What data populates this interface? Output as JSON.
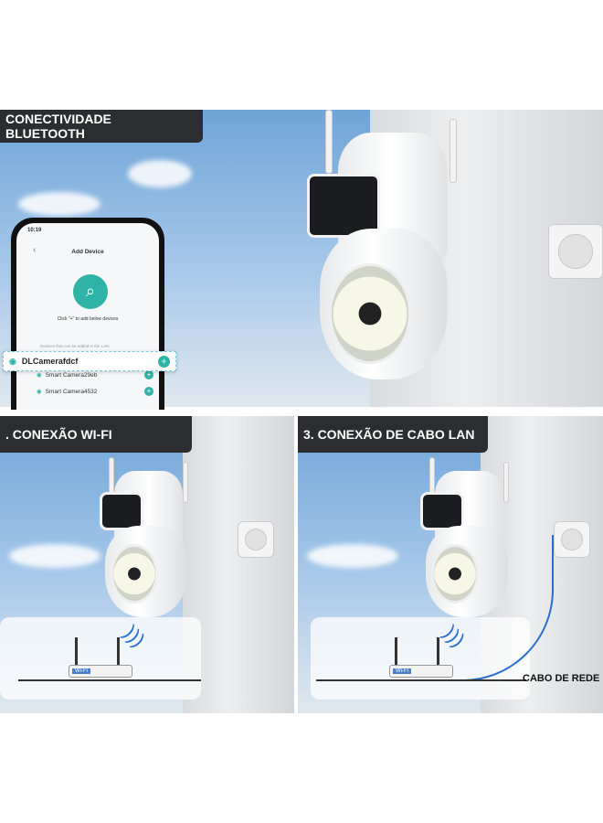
{
  "panels": {
    "bluetooth": {
      "label": "CONECTIVIDADE BLUETOOTH"
    },
    "wifi": {
      "label": ". CONEXÃO WI-FI"
    },
    "lan": {
      "label": "3. CONEXÃO DE CABO LAN",
      "cable_label": "CABO DE REDE"
    }
  },
  "phone": {
    "time": "10:19",
    "title": "Add Device",
    "hint": "Click \"+\" to add below devices",
    "section": "Devices that can be added in the LAN",
    "devices": [
      {
        "name": "DLCamerafdcf"
      },
      {
        "name": "Smart Camera29eb"
      },
      {
        "name": "Smart Camera4532"
      }
    ]
  },
  "router": {
    "badge": "Wi-Fi"
  },
  "colors": {
    "accent": "#2fb3a6",
    "label_bg": "#2b2d30",
    "cable": "#2a6fd0"
  }
}
